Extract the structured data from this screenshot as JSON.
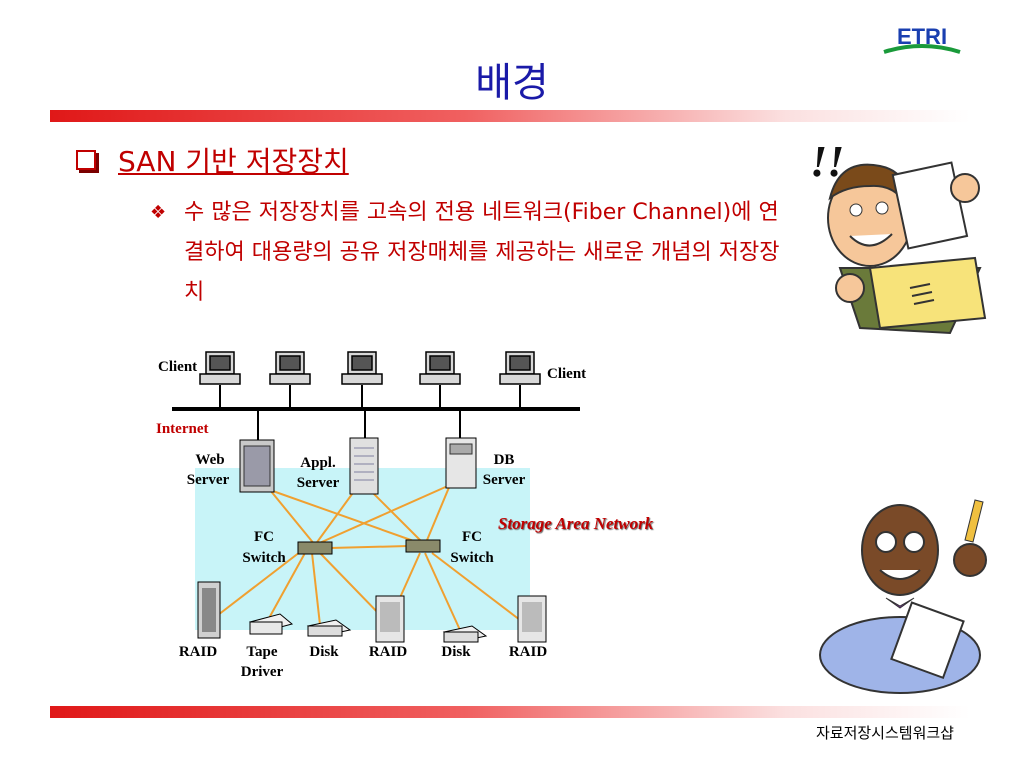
{
  "title": "배경",
  "logo_text": "ETRI",
  "bullet1": "SAN 기반 저장장치",
  "bullet2": "수 많은 저장장치를 고속의 전용 네트워크(Fiber Channel)에 연결하여 대용량의 공유 저장매체를 제공하는 새로운 개념의 저장장치",
  "footer": "자료저장시스템워크샵",
  "diagram": {
    "client_left": "Client",
    "client_right": "Client",
    "internet": "Internet",
    "web_server": [
      "Web",
      "Server"
    ],
    "appl_server": [
      "Appl.",
      "Server"
    ],
    "db_server": [
      "DB",
      "Server"
    ],
    "san_label": "Storage Area Network",
    "fc_switch_left": [
      "FC",
      "Switch"
    ],
    "fc_switch_right": [
      "FC",
      "Switch"
    ],
    "devices": {
      "raid1": "RAID",
      "tape": [
        "Tape",
        "Driver"
      ],
      "disk1": "Disk",
      "raid2": "RAID",
      "disk2": "Disk",
      "raid3": "RAID"
    }
  },
  "colors": {
    "title": "#1a1aa8",
    "accent_red": "#c00000",
    "san_background": "#c8f4f8",
    "fc_links": "#f0a030"
  }
}
